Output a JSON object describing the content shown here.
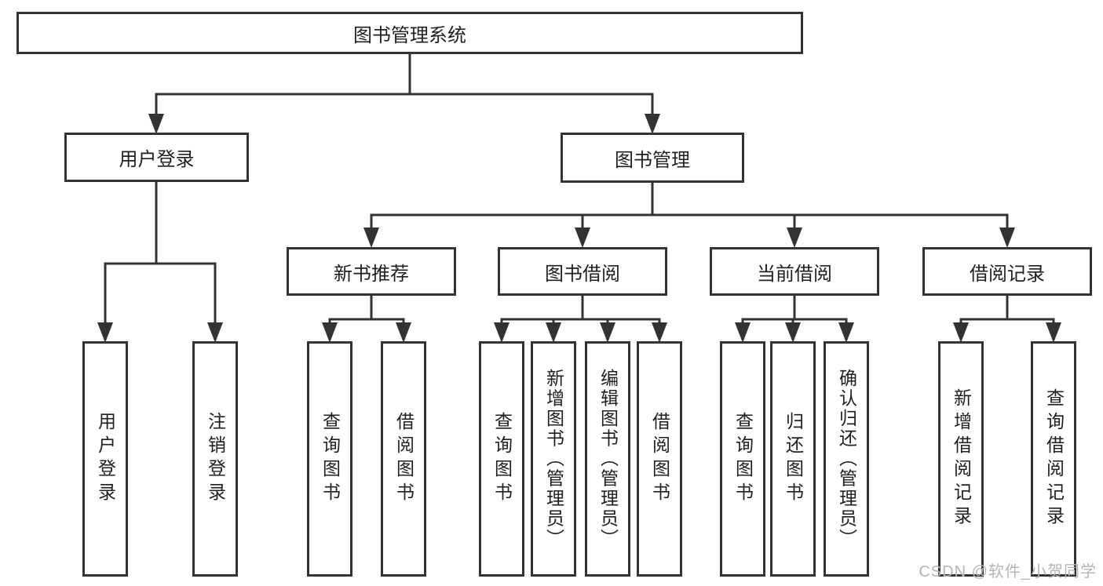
{
  "diagram": {
    "type": "tree",
    "title": "图书管理系统",
    "branches": [
      {
        "label": "用户登录",
        "children": [
          {
            "label": "用户登录"
          },
          {
            "label": "注销登录"
          }
        ]
      },
      {
        "label": "图书管理",
        "children": [
          {
            "label": "新书推荐",
            "children": [
              {
                "label": "查询图书"
              },
              {
                "label": "借阅图书"
              }
            ]
          },
          {
            "label": "图书借阅",
            "children": [
              {
                "label": "查询图书"
              },
              {
                "label": "新增图书（管理员）"
              },
              {
                "label": "编辑图书（管理员）"
              },
              {
                "label": "借阅图书"
              }
            ]
          },
          {
            "label": "当前借阅",
            "children": [
              {
                "label": "查询图书"
              },
              {
                "label": "归还图书"
              },
              {
                "label": "确认归还（管理员）"
              }
            ]
          },
          {
            "label": "借阅记录",
            "children": [
              {
                "label": "新增借阅记录"
              },
              {
                "label": "查询借阅记录"
              }
            ]
          }
        ]
      }
    ]
  },
  "watermark": "CSDN @软件_小贺同学",
  "colors": {
    "line": "#333333",
    "text": "#1f1f1f",
    "watermark": "#b5b5b5",
    "background": "#ffffff"
  }
}
